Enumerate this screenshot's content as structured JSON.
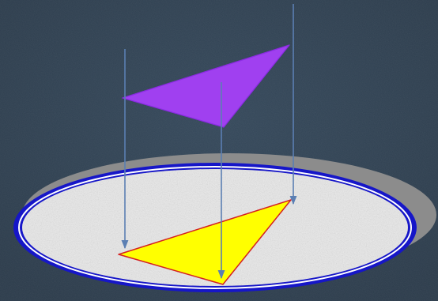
{
  "colors": {
    "background": "#2a3a4a",
    "background_light": "#33475a",
    "plane_fill": "#e9e9e9",
    "plane_shadow": "#8c8c8c",
    "plane_rim": "#1616c8",
    "plane_rim_inner": "#ffffff",
    "object_triangle_fill": "#a040f0",
    "object_triangle_stroke": "#8a2be2",
    "projected_triangle_fill": "#ffff00",
    "projected_triangle_stroke": "#d42020",
    "projection_line": "#5b7fb3"
  },
  "scene": {
    "object_triangle": "purple-triangle",
    "projected_triangle": "yellow-triangle",
    "projection_lines": 3,
    "projection_plane": "elliptical-plane"
  }
}
